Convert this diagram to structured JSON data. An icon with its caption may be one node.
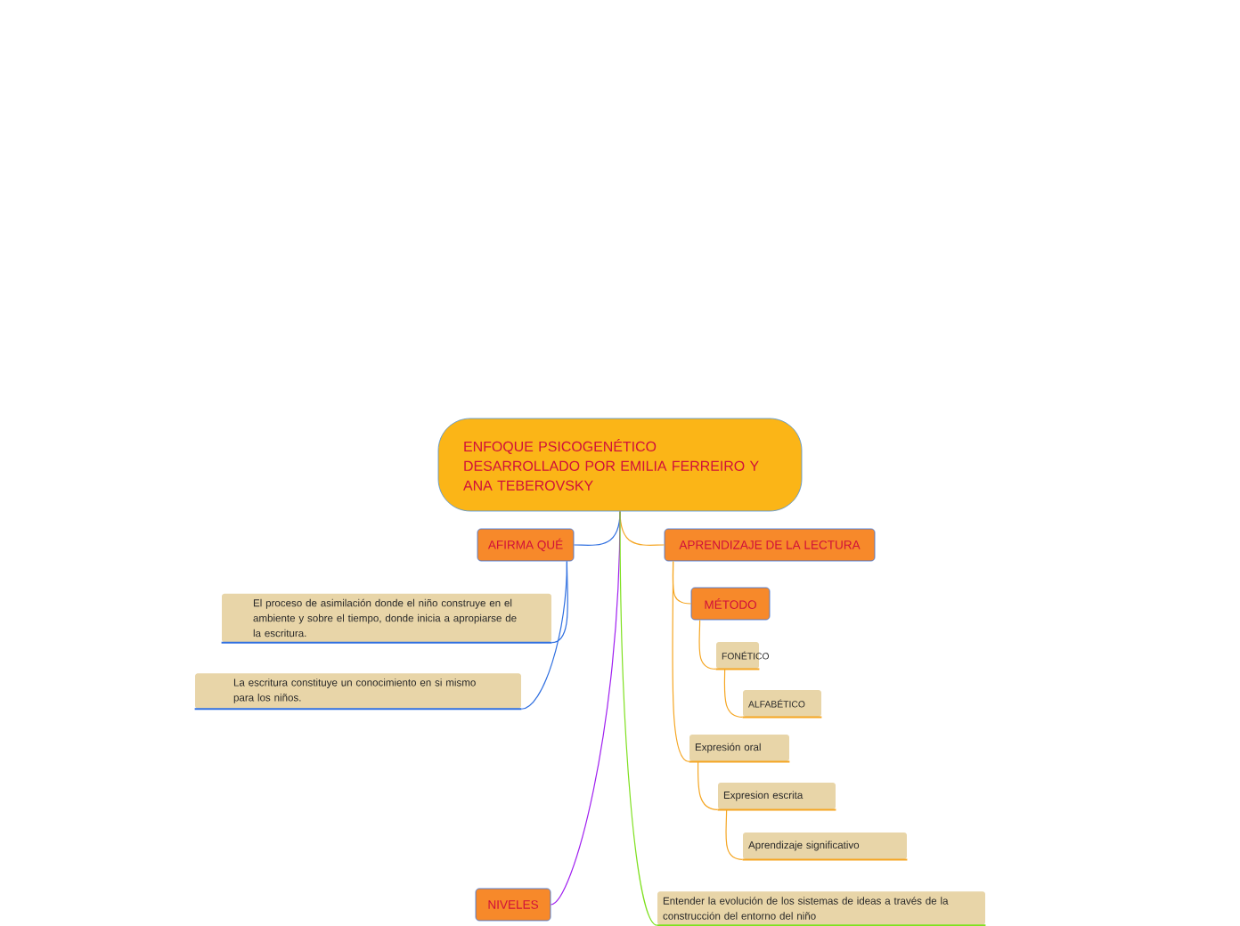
{
  "diagram": {
    "nodes": [
      {
        "text": [
          "ENFOQUE PSICOGENÉTICO DESARROLLADO POR EMILIA FERREIRO Y ANA TEBEROVSKY"
        ]
      },
      {
        "text": [
          "AFIRMA QUÉ"
        ]
      },
      {
        "text": [
          "El proceso de asimilación donde el niño construye en el ambiente y sobre el tiempo, donde inicia a apropiarse de la escritura."
        ]
      },
      {
        "text": [
          "La escritura constituye un conocimiento en si mismo para los niños."
        ]
      },
      {
        "text": [
          "APRENDIZAJE DE LA LECTURA"
        ]
      },
      {
        "text": [
          "MÉTODO"
        ]
      },
      {
        "text": [
          "FONÉTICO"
        ]
      },
      {
        "text": [
          "ALFABÉTICO"
        ]
      },
      {
        "text": [
          "Expresión oral"
        ]
      },
      {
        "text": [
          "Expresion escrita"
        ]
      },
      {
        "text": [
          "Aprendizaje significativo"
        ]
      },
      {
        "text": [
          "NIVELES"
        ]
      },
      {
        "text": [
          "Entender la evolución de los sistemas de ideas a través de la construcción del entorno del niño"
        ]
      }
    ],
    "edges": [
      {
        "from": 0,
        "to": 1,
        "arrow": "none",
        "color": "#2f6fe0"
      },
      {
        "from": 1,
        "to": 2,
        "arrow": "none",
        "color": "#2f6fe0"
      },
      {
        "from": 1,
        "to": 3,
        "arrow": "none",
        "color": "#2f6fe0"
      },
      {
        "from": 0,
        "to": 4,
        "arrow": "none"
      },
      {
        "from": 4,
        "to": 5,
        "arrow": "none"
      },
      {
        "from": 5,
        "to": 6,
        "arrow": "none"
      },
      {
        "from": 6,
        "to": 7,
        "arrow": "none"
      },
      {
        "from": 4,
        "to": 8,
        "arrow": "none"
      },
      {
        "from": 8,
        "to": 9,
        "arrow": "none"
      },
      {
        "from": 9,
        "to": 10,
        "arrow": "none"
      },
      {
        "from": 0,
        "to": 11,
        "arrow": "none",
        "color": "#a020f0"
      },
      {
        "from": 0,
        "to": 12,
        "arrow": "none",
        "color": "#7fe020"
      }
    ]
  }
}
